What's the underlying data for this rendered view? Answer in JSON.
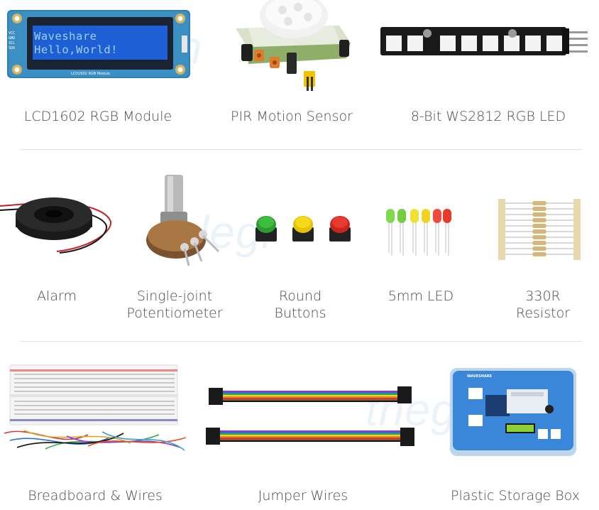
{
  "lcd": {
    "line1": "Waveshare",
    "line2": "Hello,World!",
    "pins": [
      "VCC",
      "GND",
      "SCL",
      "SDA"
    ],
    "module_print": "LCD1602 RGB Module"
  },
  "storage_box": {
    "brand": "WAVESHARE"
  },
  "products": [
    {
      "label": "LCD1602 RGB Module",
      "icon": "lcd-module-icon"
    },
    {
      "label": "PIR Motion Sensor",
      "icon": "pir-sensor-icon"
    },
    {
      "label": "8-Bit WS2812 RGB LED",
      "icon": "rgb-led-strip-icon"
    },
    {
      "label": "Alarm",
      "icon": "buzzer-icon"
    },
    {
      "label": "Single-joint\nPotentiometer",
      "icon": "potentiometer-icon"
    },
    {
      "label": "Round\nButtons",
      "icon": "round-buttons-icon"
    },
    {
      "label": "5mm LED",
      "icon": "led-icon"
    },
    {
      "label": "330R\nResistor",
      "icon": "resistor-icon"
    },
    {
      "label": "Breadboard & Wires",
      "icon": "breadboard-icon"
    },
    {
      "label": "Jumper Wires",
      "icon": "jumper-wires-icon"
    },
    {
      "label": "Plastic Storage Box",
      "icon": "storage-box-icon"
    }
  ],
  "colors": {
    "lcd_blue": "#1e5fd6",
    "pcb_green": "#3f8a4e",
    "led_strip": "#1a1a1a",
    "box_blue": "#3a86d8"
  }
}
